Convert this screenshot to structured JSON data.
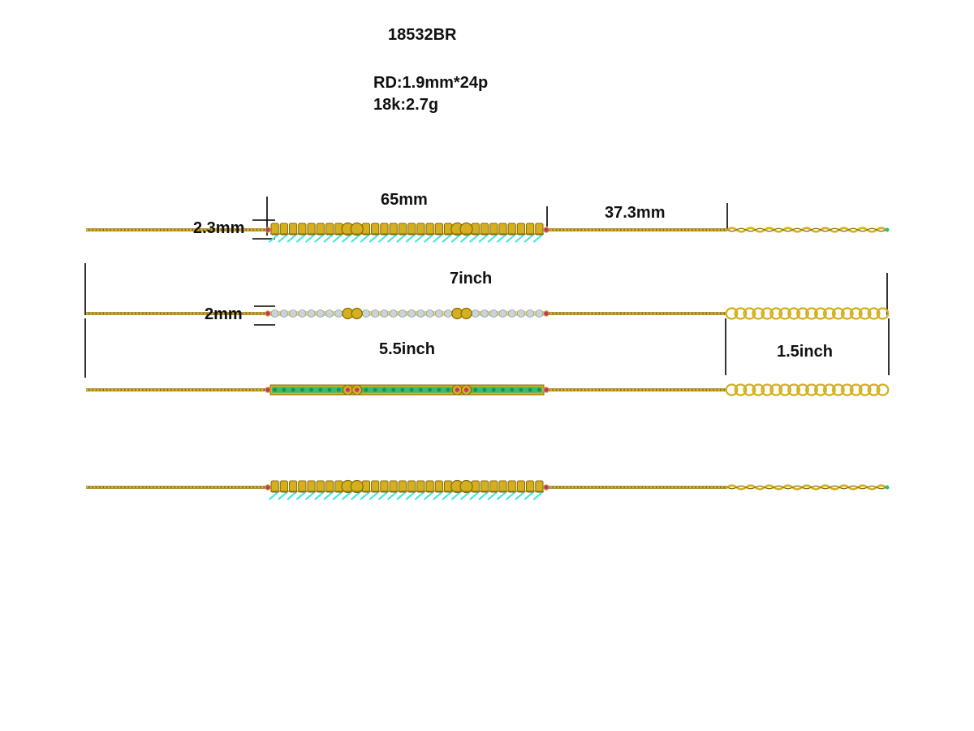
{
  "header": {
    "model": "18532BR",
    "spec_line1": "RD:1.9mm*24p",
    "spec_line2": "18k:2.7g"
  },
  "dimensions": {
    "bar_length": "65mm",
    "extender_length": "37.3mm",
    "bar_height": "2.3mm",
    "total_length": "7inch",
    "bead_height": "2mm",
    "main_length": "5.5inch",
    "extension_length": "1.5inch"
  },
  "colors": {
    "gold": "#D4AF1F",
    "gold_dark": "#8A6A00",
    "gold_light": "#F2D560",
    "diamond": "#4EE6E0",
    "diamond_pave": "#C8D4DA",
    "emerald": "#2FBE72",
    "ruby": "#C8307A",
    "dimension_line": "#000000"
  },
  "variants": [
    {
      "style": "fringe-bar",
      "extender": "twisted-chain"
    },
    {
      "style": "pave-diamond-bar",
      "extender": "ring-links"
    },
    {
      "style": "emerald-channel-bar",
      "extender": "ring-links"
    },
    {
      "style": "fringe-bar",
      "extender": "twisted-chain"
    }
  ]
}
